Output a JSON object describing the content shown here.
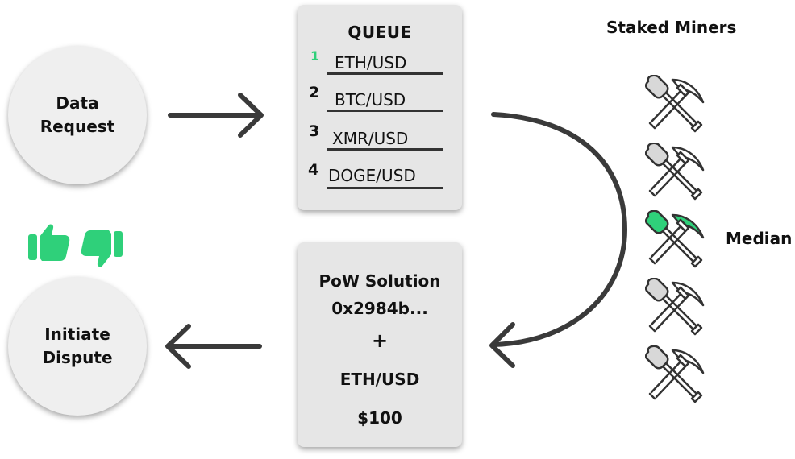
{
  "data_request": {
    "line1": "Data",
    "line2": "Request"
  },
  "queue": {
    "title": "QUEUE",
    "items": [
      {
        "number": "1",
        "pair": "ETH/USD"
      },
      {
        "number": "2",
        "pair": "BTC/USD"
      },
      {
        "number": "3",
        "pair": "XMR/USD"
      },
      {
        "number": "4",
        "pair": "DOGE/USD"
      }
    ]
  },
  "miners": {
    "title": "Staked Miners",
    "median_label": "Median",
    "count": 5,
    "highlight_index": 2,
    "icon": "shovel-pickaxe-icon"
  },
  "solution": {
    "title": "PoW Solution",
    "hash": "0x2984b...",
    "plus": "+",
    "pair": "ETH/USD",
    "value": "$100"
  },
  "dispute": {
    "line1": "Initiate",
    "line2": "Dispute"
  },
  "vote_icons": [
    "thumbs-up-icon",
    "thumbs-down-icon"
  ],
  "colors": {
    "accent_green": "#2fd07a",
    "arrow": "#3a3a3a",
    "card": "#e6e6e6",
    "circle": "#efefef"
  }
}
